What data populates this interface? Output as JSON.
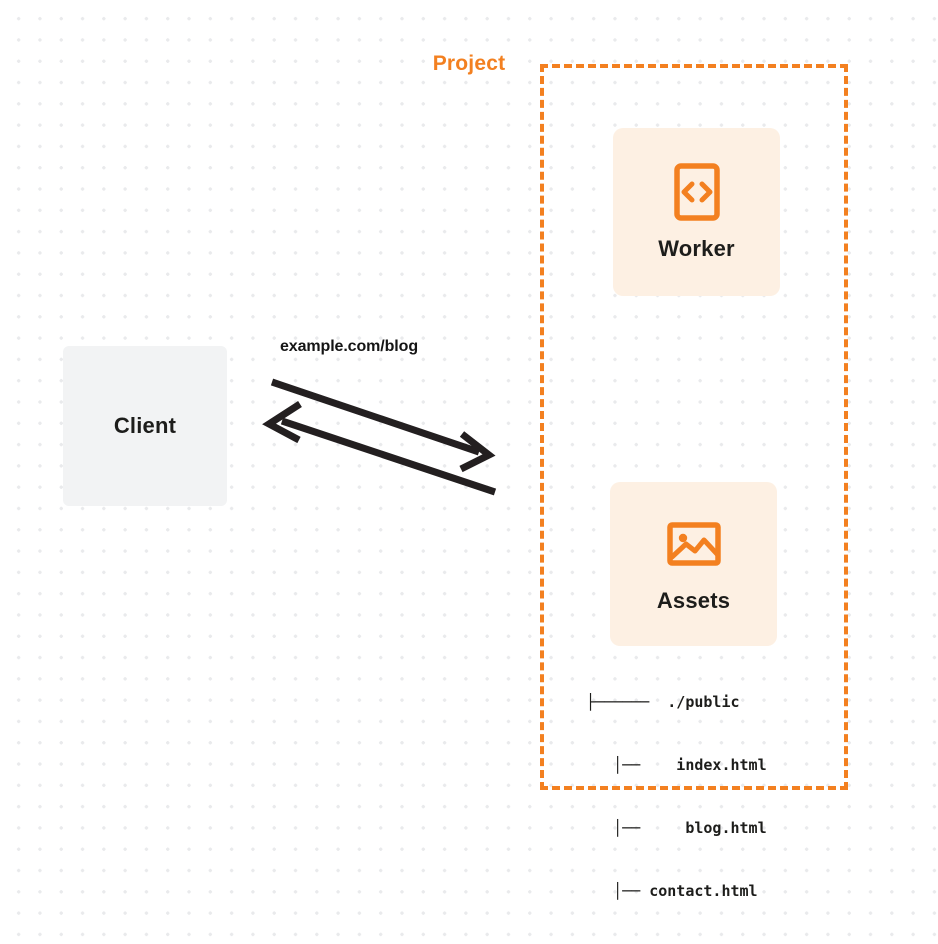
{
  "diagram": {
    "title": "Client request routing to Project Worker and Assets",
    "colors": {
      "accent_orange": "#f38020",
      "card_background": "#fdf0e3",
      "client_background": "#f2f3f4",
      "text_dark": "#1d1d1b",
      "arrow_stroke": "#231f20",
      "canvas_background": "#ffffff",
      "dot_grid": "#e9eaec"
    }
  },
  "client": {
    "label": "Client"
  },
  "connection": {
    "label": "example.com/blog",
    "request_direction": "client-to-project",
    "response_direction": "project-to-client"
  },
  "project": {
    "title": "Project",
    "border_style": "dashed",
    "nodes": [
      {
        "id": "worker",
        "label": "Worker",
        "icon": "code-brackets-icon"
      },
      {
        "id": "assets",
        "label": "Assets",
        "icon": "image-icon"
      }
    ]
  },
  "file_tree": {
    "rows": [
      {
        "branch": "├──────",
        "name": "./public"
      },
      {
        "branch": "│──",
        "name": "index.html"
      },
      {
        "branch": "│──",
        "name": "blog.html"
      },
      {
        "branch": "│──",
        "name": "contact.html"
      }
    ],
    "line_1": "├──────  ./public",
    "line_2": "   │──    index.html",
    "line_3": "   │──     blog.html",
    "line_4": "   │── contact.html"
  }
}
